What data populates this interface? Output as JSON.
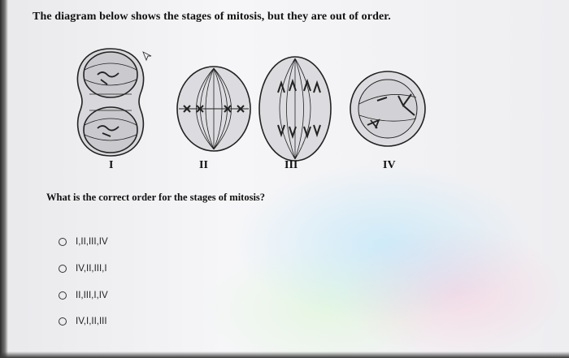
{
  "question": {
    "title": "The diagram below shows the stages of mitosis, but they are out of order.",
    "prompt": "What is the correct order for the stages of mitosis?"
  },
  "stage_labels": [
    "I",
    "II",
    "III",
    "IV"
  ],
  "options": [
    {
      "label": "I,II,III,IV"
    },
    {
      "label": "IV,II,III,I"
    },
    {
      "label": "II,III,I,IV"
    },
    {
      "label": "IV,I,II,III"
    }
  ]
}
